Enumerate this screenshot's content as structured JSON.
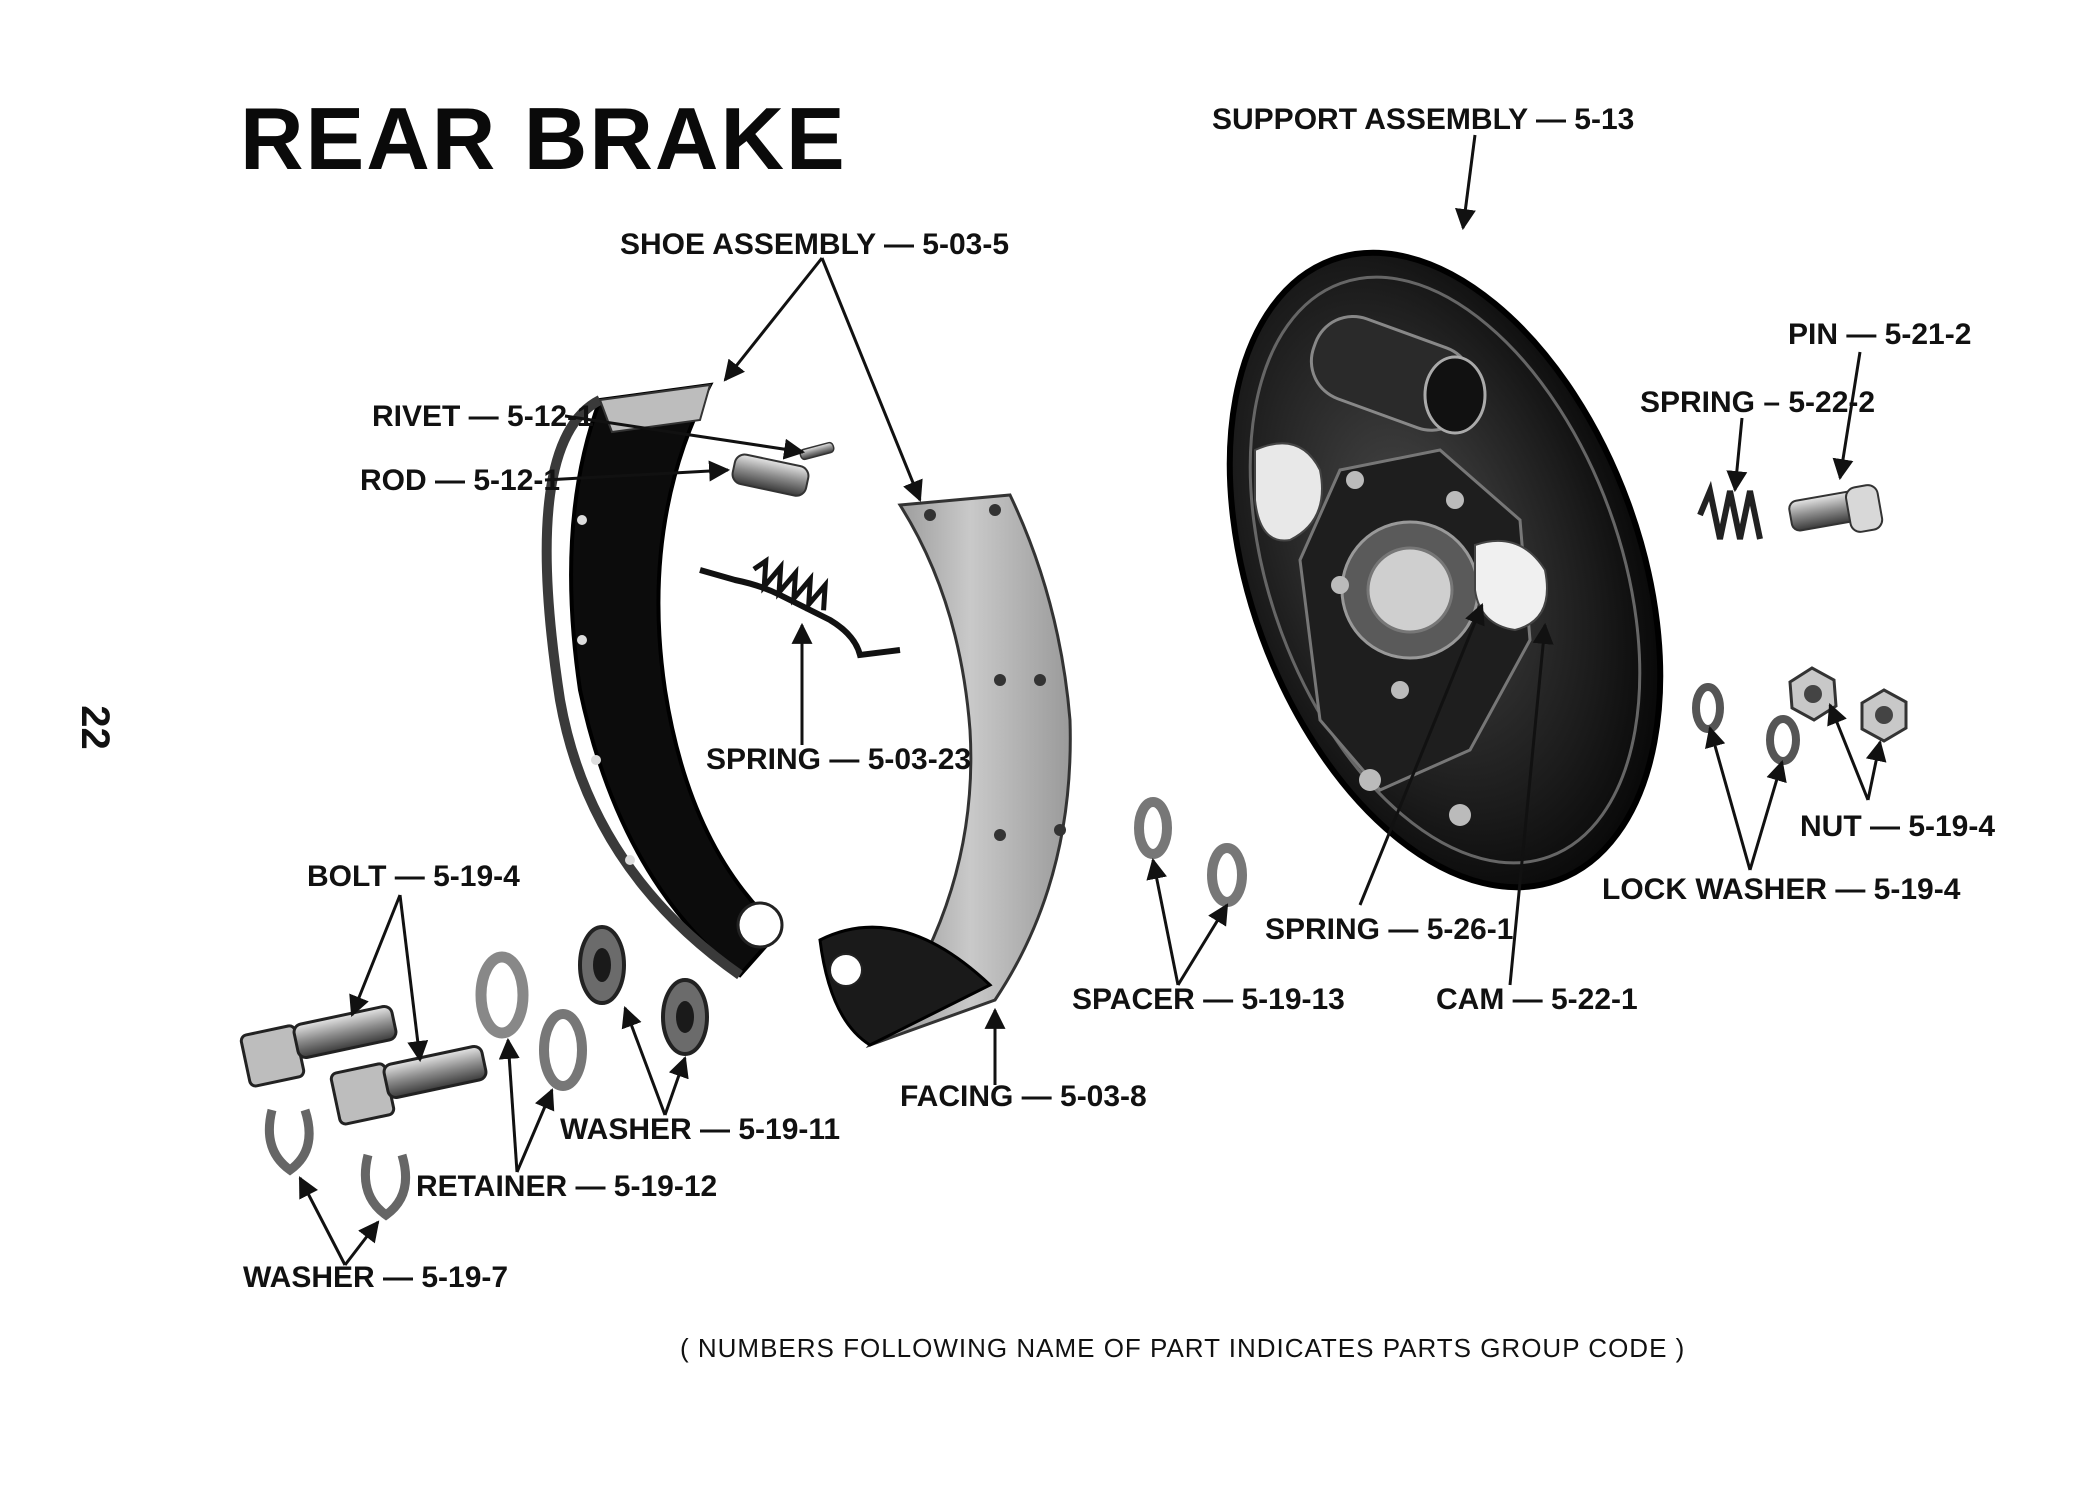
{
  "title": "REAR BRAKE",
  "page_number": "22",
  "footnote": "( NUMBERS FOLLOWING NAME OF PART INDICATES PARTS GROUP CODE )",
  "labels": {
    "support_assembly": "SUPPORT ASSEMBLY — 5-13",
    "shoe_assembly": "SHOE ASSEMBLY — 5-03-5",
    "pin": "PIN — 5-21-2",
    "spring_5_22_2": "SPRING – 5-22-2",
    "rivet": "RIVET — 5-12-1",
    "rod": "ROD — 5-12-1",
    "spring_5_03_23": "SPRING — 5-03-23",
    "bolt": "BOLT — 5-19-4",
    "nut": "NUT — 5-19-4",
    "lock_washer": "LOCK WASHER — 5-19-4",
    "spring_5_26_1": "SPRING — 5-26-1",
    "spacer": "SPACER — 5-19-13",
    "cam": "CAM — 5-22-1",
    "facing": "FACING — 5-03-8",
    "washer_5_19_11": "WASHER — 5-19-11",
    "retainer": "RETAINER — 5-19-12",
    "washer_5_19_7": "WASHER — 5-19-7"
  }
}
